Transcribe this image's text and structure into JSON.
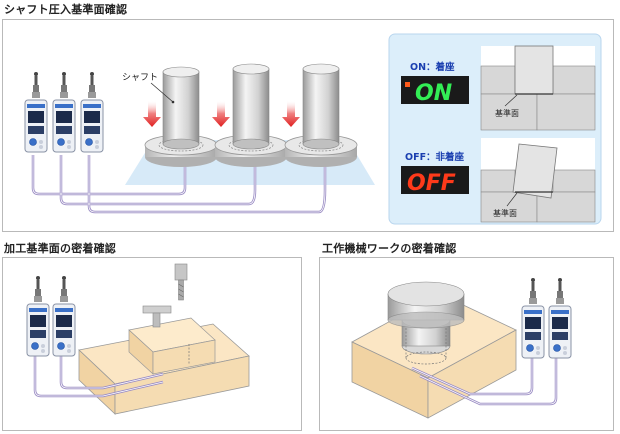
{
  "sections": {
    "shaft": {
      "title": "シャフト圧入基準面確認",
      "shaft_label": "シャフト",
      "on_state": {
        "label": "ON：着座",
        "display": "ON",
        "ref_label": "基準面"
      },
      "off_state": {
        "label": "OFF：非着座",
        "display": "OFF",
        "ref_label": "基準面"
      }
    },
    "machining": {
      "title": "加工基準面の密着確認"
    },
    "workpiece": {
      "title": "工作機械ワークの密着確認"
    }
  },
  "colors": {
    "on_text": "#1a3fb0",
    "off_text": "#1a3fb0",
    "display_on": "#33ee55",
    "display_off": "#ff3a1a",
    "inset_bg": "#dceefa",
    "arrow_red": "#e02020",
    "pipe_purple": "#9a8cc4",
    "wood": "#f7ddb4",
    "sensor_blue": "#3a70c8"
  }
}
